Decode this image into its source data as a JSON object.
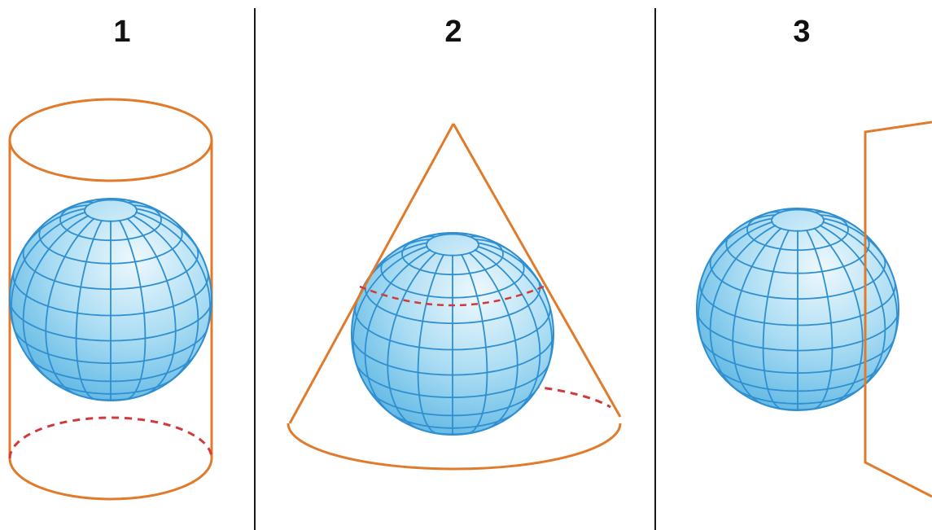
{
  "panels": [
    {
      "label": "1",
      "surface": "cylinder"
    },
    {
      "label": "2",
      "surface": "cone"
    },
    {
      "label": "3",
      "surface": "plane"
    }
  ],
  "colors": {
    "surface_outline": "#e07b2c",
    "tangent_line": "#d03a3a",
    "globe_fill_light": "#eef8fd",
    "globe_fill_mid": "#a9dcf3",
    "globe_fill_dark": "#56b3e2",
    "globe_grid": "#2f8fd0",
    "divider": "#1a1a1a"
  }
}
